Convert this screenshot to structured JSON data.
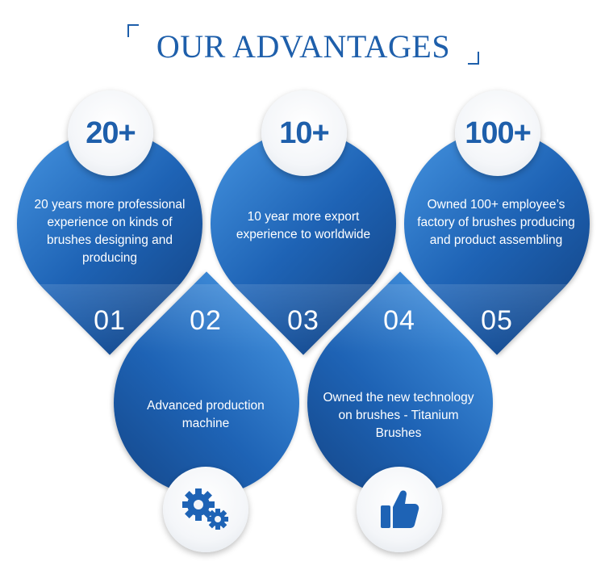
{
  "title": "OUR ADVANTAGES",
  "colors": {
    "primary": "#1e5fab",
    "drop_light": "#3a86d4",
    "drop_dark": "#174f96"
  },
  "advantages": [
    {
      "badge": "20+",
      "index": "01",
      "text": "20 years more professional experience on kinds of brushes designing and producing"
    },
    {
      "index": "02",
      "icon": "gears-icon",
      "text": "Advanced production machine"
    },
    {
      "badge": "10+",
      "index": "03",
      "text": "10 year more export experience to worldwide"
    },
    {
      "index": "04",
      "icon": "thumbs-up-icon",
      "text": "Owned the new technology on brushes - Titanium Brushes"
    },
    {
      "badge": "100+",
      "index": "05",
      "text": "Owned 100+ employee’s factory of brushes producing and product assembling"
    }
  ]
}
